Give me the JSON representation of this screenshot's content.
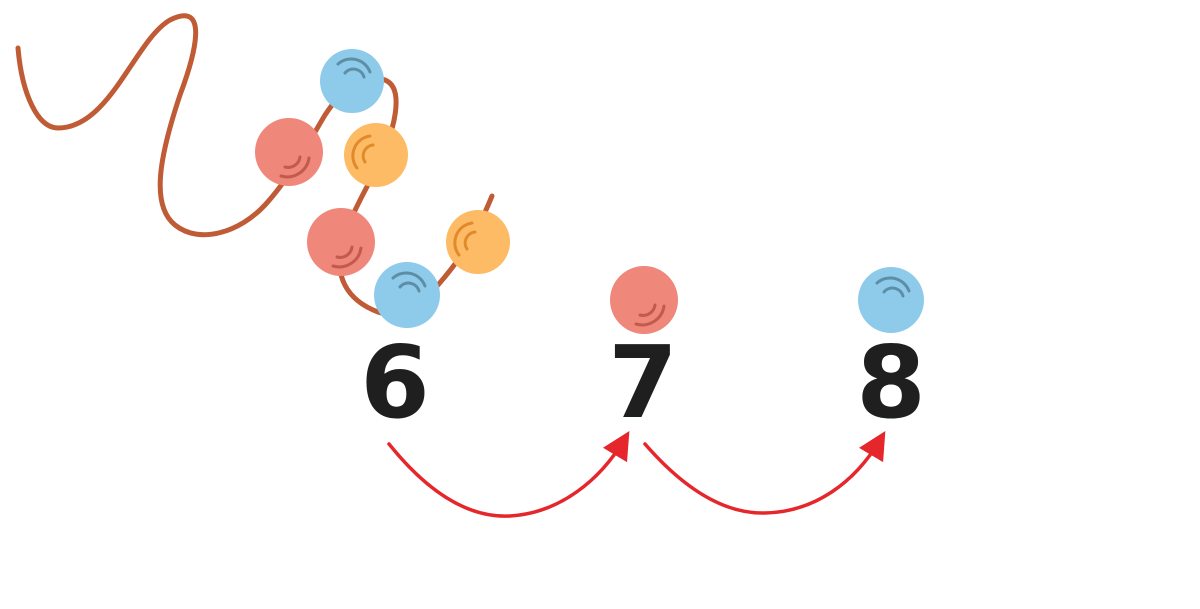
{
  "numbers": [
    "6",
    "7",
    "8"
  ],
  "colors": {
    "string": "#bf5b35",
    "bead_blue": "#8ecaea",
    "bead_red": "#ef877b",
    "bead_orange": "#fdbb66",
    "arrow": "#e5262b",
    "digit": "#1f1f1f"
  },
  "strung_beads": [
    "blue",
    "red",
    "orange",
    "red",
    "orange",
    "blue"
  ],
  "added_beads": [
    "red",
    "blue"
  ]
}
